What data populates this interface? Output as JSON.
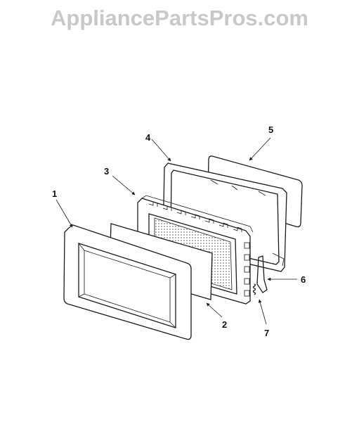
{
  "watermark": "AppliancePartsPros.com",
  "callouts": {
    "c1": "1",
    "c2": "2",
    "c3": "3",
    "c4": "4",
    "c5": "5",
    "c6": "6",
    "c7": "7"
  }
}
